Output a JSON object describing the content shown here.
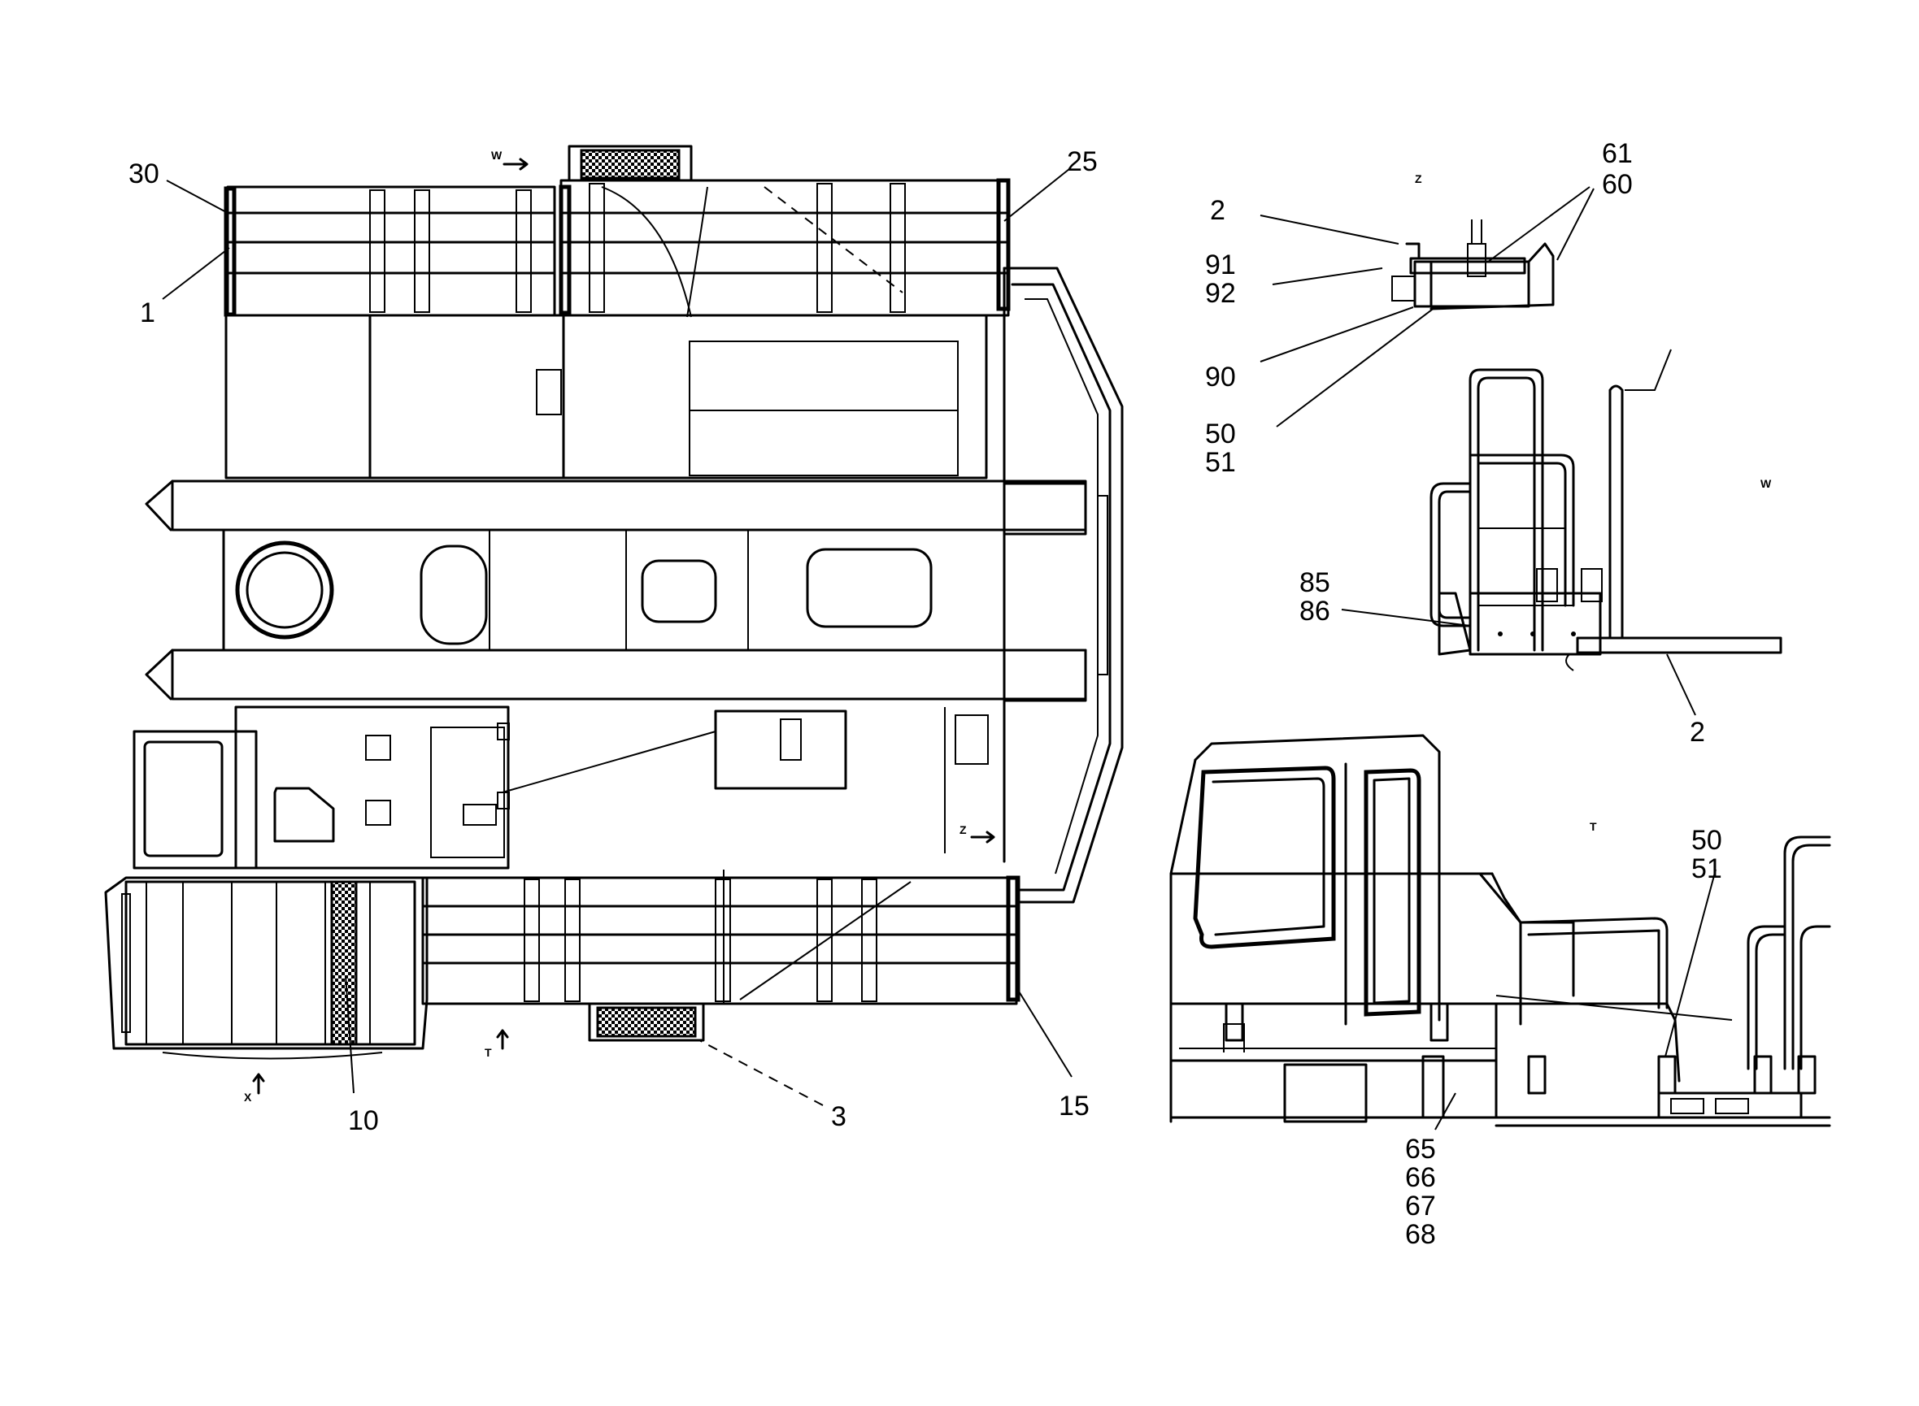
{
  "callouts": {
    "c30": "30",
    "c1": "1",
    "c25": "25",
    "c10": "10",
    "c3": "3",
    "c15": "15",
    "c61": "61",
    "c60": "60",
    "c2a": "2",
    "c91": "91",
    "c92": "92",
    "c90": "90",
    "c50a": "50",
    "c51a": "51",
    "c85": "85",
    "c86": "86",
    "c2b": "2",
    "c50b": "50",
    "c51b": "51",
    "c65": "65",
    "c66": "66",
    "c67": "67",
    "c68": "68"
  },
  "view_labels": {
    "w_top": "W",
    "z_main": "Z",
    "t_main": "T",
    "x_main": "X",
    "z_detail": "Z",
    "w_detail": "W",
    "t_detail": "T"
  }
}
